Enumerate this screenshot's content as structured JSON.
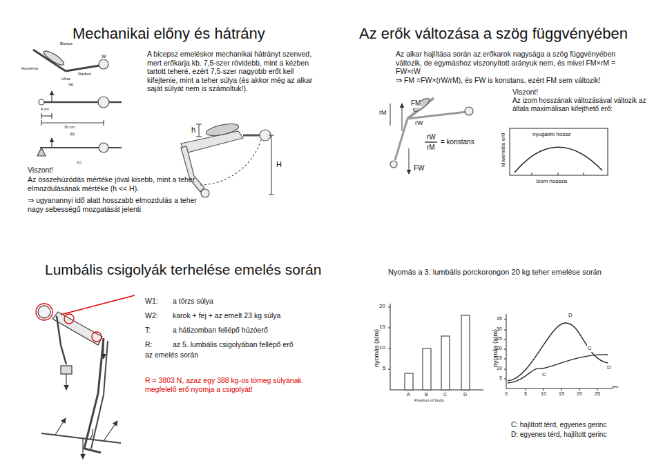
{
  "diagram": {
    "labels": [
      "Mechanikai előny és hátrány",
      "A bicepsz emeléskor mechanikai hátrányt szenved, mert erőkarja kb. 7,5-szer rövidebb, mint a kézben tartott teheré, ezért 7,5-szer nagyobb erőt kell kifejtenie, mint a teher súlya (és akkor még az alkar saját súlyát nem is számoltuk!).",
      "Humerus",
      "Biceps",
      "Radius",
      "Ulna",
      "W",
      "(a)",
      "4 cm",
      "30 cm",
      "(b)",
      "(c)",
      "h",
      "H",
      "Viszont!",
      "Az összehúzódás mértéke jóval kisebb, mint a teher elmozdulásának mértéke (h << H).",
      "⇒ ugyanannyi idő alatt hosszabb elmozdulás a teher nagy sebességű mozgatását jelenti",
      "Az erők változása a szög függvényében",
      "Az alkar hajlítása során az erőkarok nagysága a szög függvényében változik, de egymáshoz viszonyított arányuk nem, és mivel FM×rM = FW×rW",
      "⇒ FM =FW×(rW/rM), és FW is konstans, ezért FM sem változik!",
      "Viszont!",
      "Az izom hosszának változásával változik az általa maximálisan kifejthető erő:",
      "rM",
      "FM",
      "rW",
      "rW",
      "rM",
      "= konstans",
      "FW",
      "Maximális erő",
      "nyugalmi hossz",
      "Izom hossza",
      "Lumbális csigolyák terhelése emelés során",
      "W1:",
      "a törzs súlya",
      "W2:",
      "karok + fej + az emelt 23 kg súlya",
      "T:",
      "a hátizomban fellépő húzóerő",
      "R:",
      "az 5. lumbális csigolyában fellépő erő",
      "az emelés során",
      "R = 3803 N, azaz egy 388 kg-os tömeg súlyának megfelelő erő nyomja a csigolyát!",
      "Nyomás a 3. lumbális porckorongon 20 kg teher emelése során",
      "nyomás (atm)",
      "20",
      "15",
      "10",
      "5",
      "A",
      "B",
      "C",
      "D",
      "Position of body",
      "nyomás (atm)",
      "35",
      "30",
      "25",
      "20",
      "15",
      "10",
      "5",
      "0",
      "5",
      "10",
      "15",
      "20",
      "25",
      "sec",
      "D",
      "C",
      "C",
      "D",
      "C: hajlított térd, egyenes gerinc",
      "D: egyenes térd, hajlított gerinc"
    ]
  }
}
